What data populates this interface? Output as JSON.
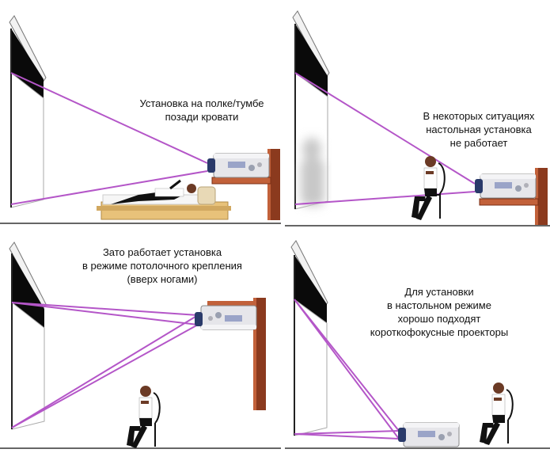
{
  "colors": {
    "beam": "#b456c8",
    "screen_black": "#0a0a0a",
    "wall": "#8b3a1e",
    "wall_light": "#c2613a",
    "floor": "#333333",
    "projector": "#e6e6ea",
    "lens": "#2a3a6a",
    "bed_wood": "#e8c27a",
    "blur_silhouette": "#c8c8c8"
  },
  "panels": [
    {
      "id": "shelf",
      "caption": [
        "Установка на полке/тумбе",
        "позади кровати"
      ]
    },
    {
      "id": "table",
      "caption": [
        "В некоторых ситуациях",
        "настольная установка",
        "не работает"
      ]
    },
    {
      "id": "ceiling",
      "caption": [
        "Зато работает установка",
        "в режиме потолочного крепления",
        "(вверх ногами)"
      ]
    },
    {
      "id": "short-throw",
      "caption": [
        "Для установки",
        "в настольном режиме",
        "хорошо подходят",
        "короткофокусные проекторы"
      ]
    }
  ]
}
